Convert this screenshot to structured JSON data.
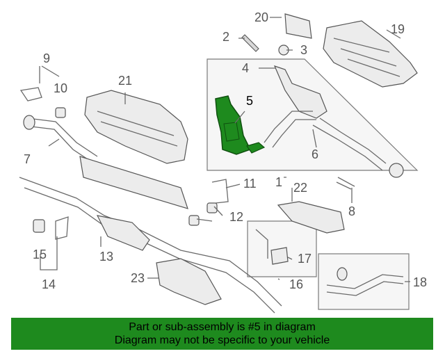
{
  "callouts": {
    "c1": "1",
    "c2": "2",
    "c3": "3",
    "c4": "4",
    "c5": "5",
    "c6": "6",
    "c7": "7",
    "c8": "8",
    "c9": "9",
    "c10": "10",
    "c11": "11",
    "c12": "12",
    "c13": "13",
    "c14": "14",
    "c15": "15",
    "c16": "16",
    "c17": "17",
    "c18": "18",
    "c19": "19",
    "c20": "20",
    "c21": "21",
    "c22": "22",
    "c23": "23"
  },
  "highlight": {
    "part_number": "5",
    "color": "#1e8a1e"
  },
  "footer": {
    "line1": "Part or sub-assembly is #5 in diagram",
    "line2": "Diagram may not be specific to your vehicle"
  }
}
